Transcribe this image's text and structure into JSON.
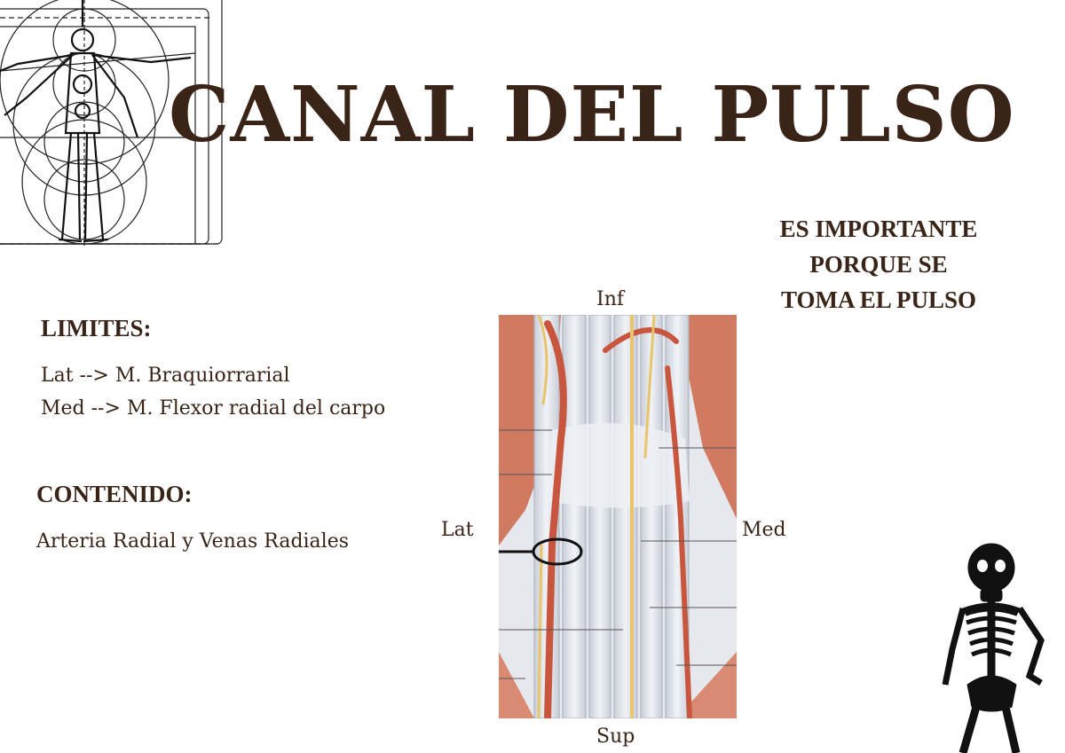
{
  "title": "CANAL DEL PULSO",
  "note": [
    "ES IMPORTANTE",
    "PORQUE SE",
    "TOMA EL PULSO"
  ],
  "limites": {
    "heading": "LIMITES:",
    "items": [
      "Lat --> M. Braquiorrarial",
      "Med --> M. Flexor radial del carpo"
    ]
  },
  "contenido": {
    "heading": "CONTENIDO:",
    "text": "Arteria Radial y Venas Radiales"
  },
  "diagram_labels": {
    "top": "Inf",
    "bottom": "Sup",
    "left": "Lat",
    "right": "Med"
  },
  "colors": {
    "text": "#3a2418",
    "artery": "#c8553d",
    "muscle": "#d98a72",
    "tendon": "#dfe3ea",
    "nerve": "#e9c46a"
  }
}
